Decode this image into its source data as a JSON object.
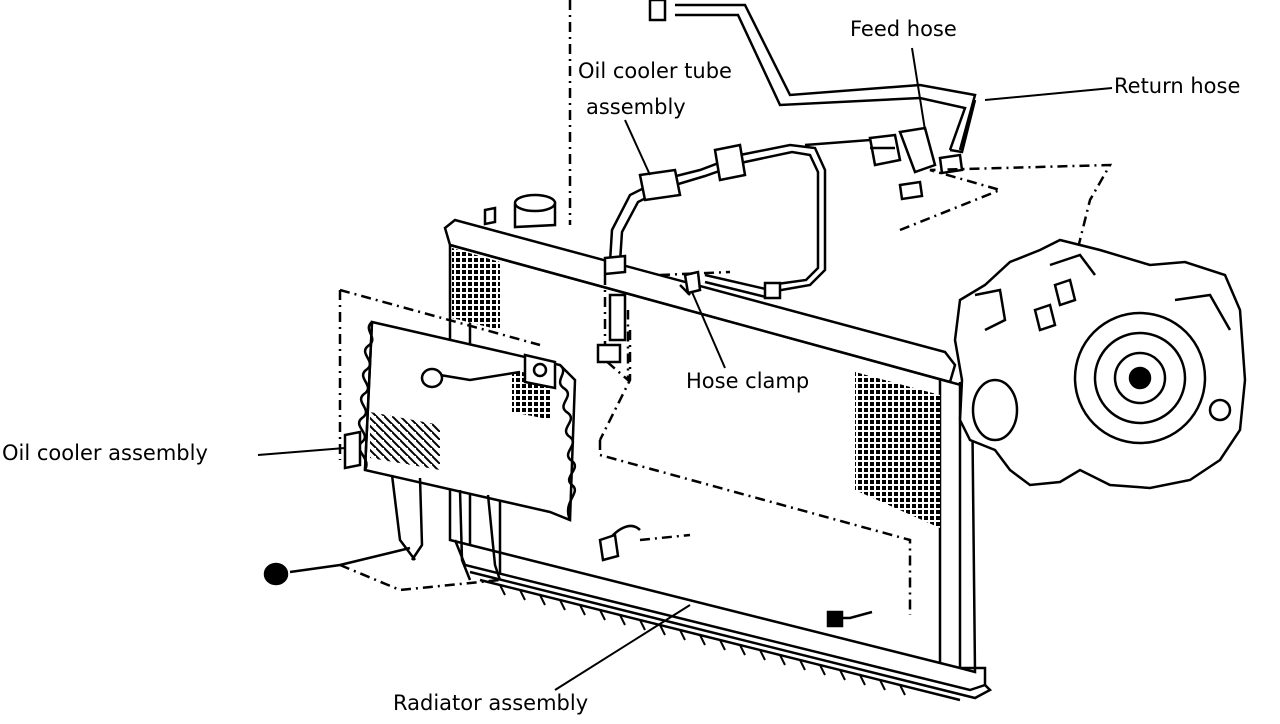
{
  "labels": {
    "feed_hose": "Feed hose",
    "return_hose": "Return hose",
    "oil_cooler_tube_line1": "Oil cooler tube",
    "oil_cooler_tube_line2": "assembly",
    "hose_clamp": "Hose clamp",
    "oil_cooler_assembly": "Oil cooler assembly",
    "radiator_assembly": "Radiator assembly"
  },
  "colors": {
    "ink": "#000000",
    "paper": "#ffffff"
  }
}
